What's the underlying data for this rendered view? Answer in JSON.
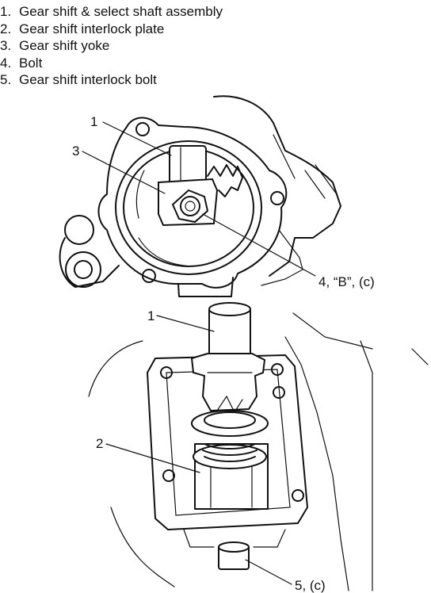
{
  "legend": [
    {
      "num": "1.",
      "label": "Gear shift & select shaft assembly"
    },
    {
      "num": "2.",
      "label": "Gear shift interlock plate"
    },
    {
      "num": "3.",
      "label": "Gear shift yoke"
    },
    {
      "num": "4.",
      "label": "Bolt"
    },
    {
      "num": "5.",
      "label": "Gear shift interlock bolt"
    }
  ],
  "callouts": {
    "top_1": "1",
    "top_3": "3",
    "top_4": "4, “B”, (c)",
    "bottom_1": "1",
    "bottom_2": "2",
    "bottom_5": "5, (c)"
  }
}
